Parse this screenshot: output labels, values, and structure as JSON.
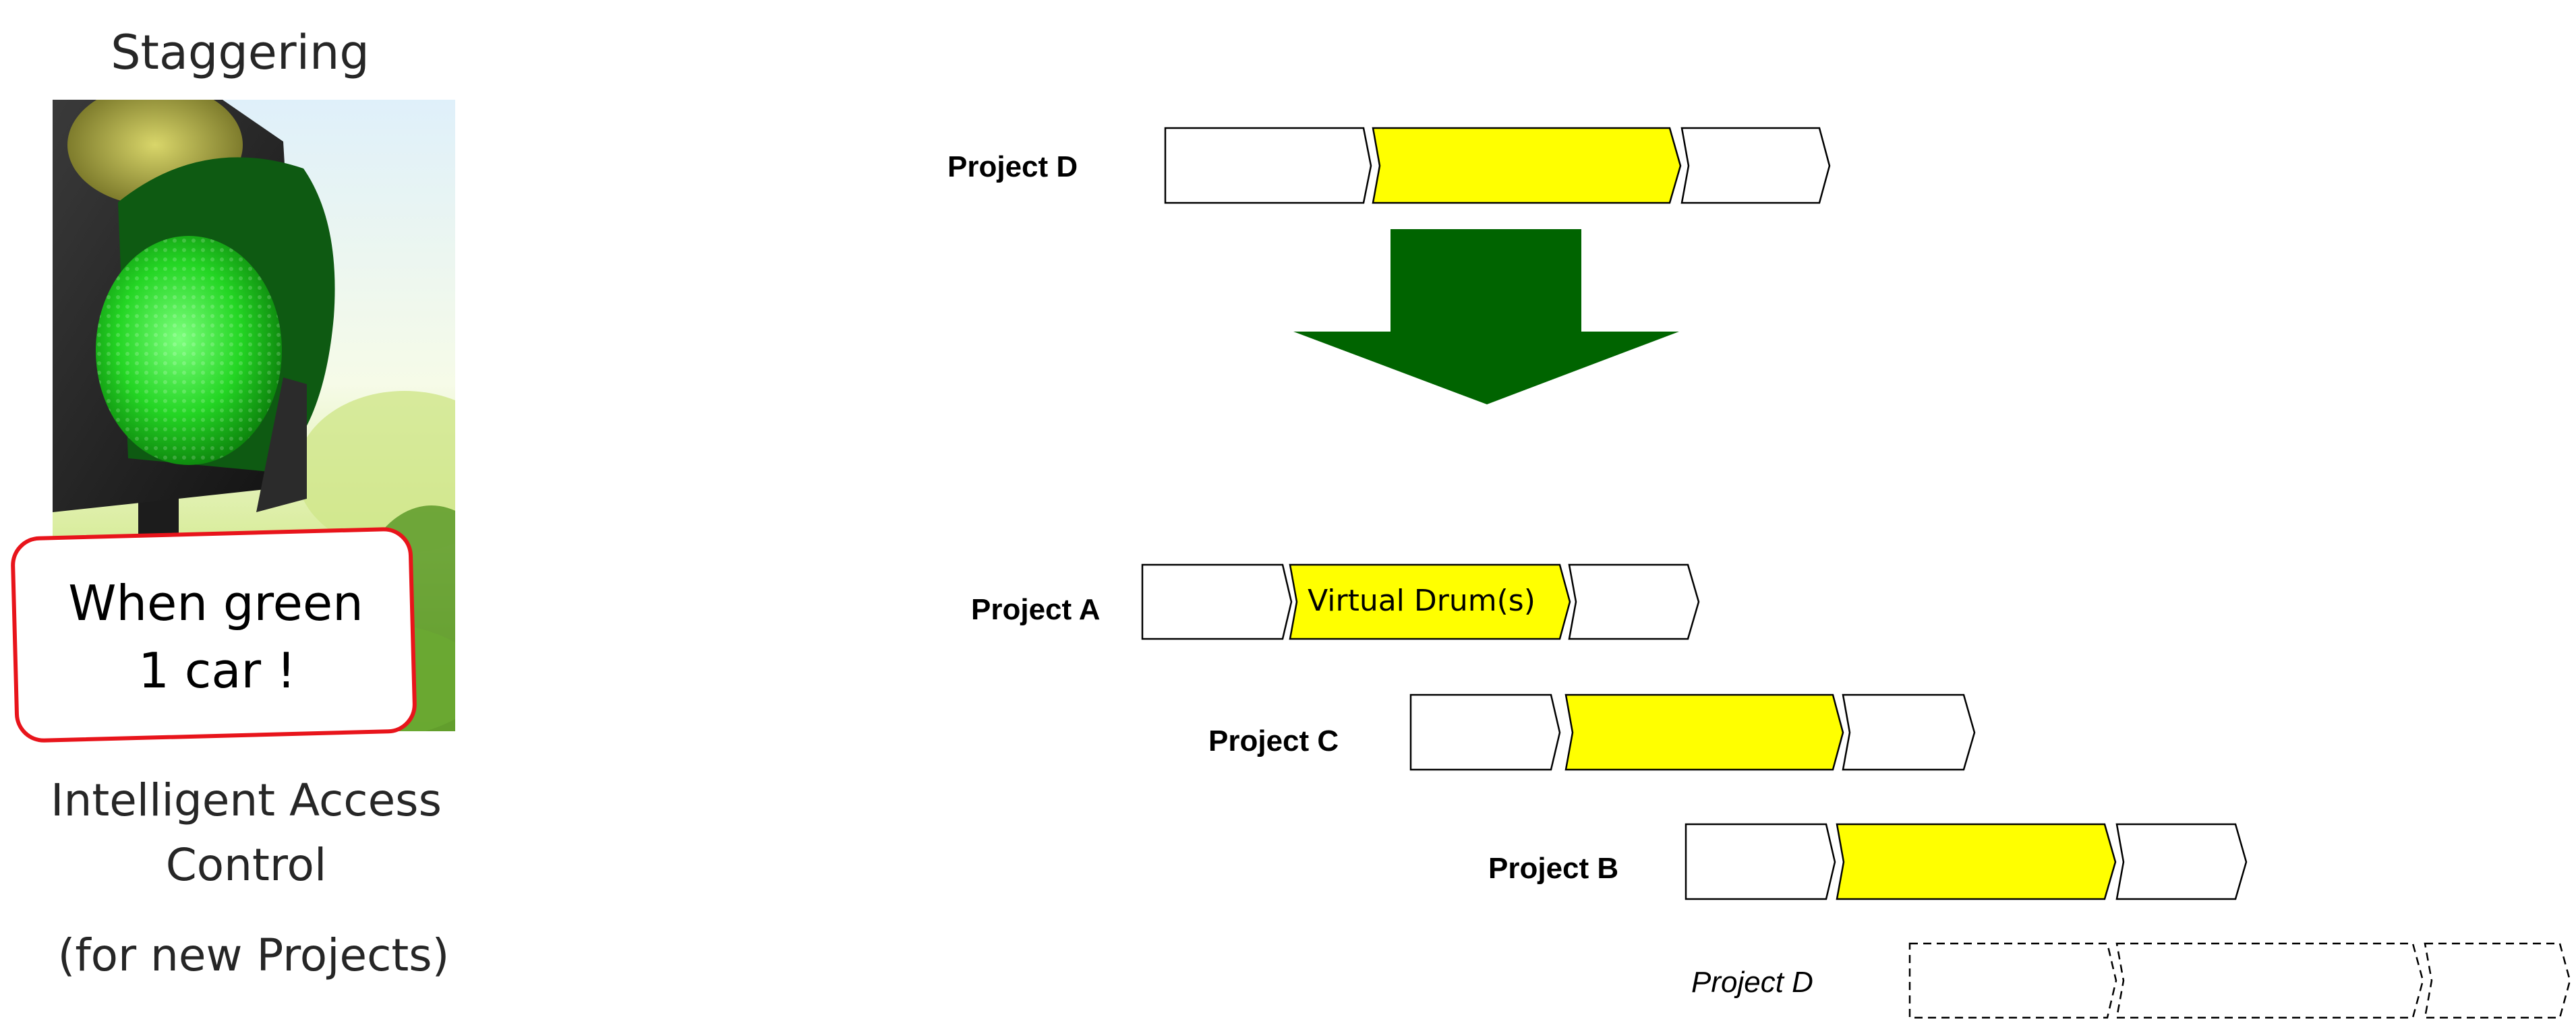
{
  "left_panel": {
    "heading": "Staggering",
    "callout_line1": "When green",
    "callout_line2": "1 car !",
    "caption_line1": "Intelligent Access",
    "caption_line2": "Control",
    "caption_line3": "(for new Projects)"
  },
  "incoming": {
    "label": "Project D"
  },
  "schedule": {
    "rows": [
      {
        "label": "Project A",
        "drum_label": "Virtual Drum(s)"
      },
      {
        "label": "Project C",
        "drum_label": ""
      },
      {
        "label": "Project B",
        "drum_label": ""
      }
    ],
    "staggered_label": "Project D"
  },
  "colors": {
    "drum_fill": "#ffff00",
    "arrow_fill": "#006400",
    "callout_border": "#e8141b",
    "light_green": "#2ee02e"
  },
  "icons": {
    "traffic_light": "traffic-light-photo",
    "down_arrow": "down-arrow-icon"
  }
}
